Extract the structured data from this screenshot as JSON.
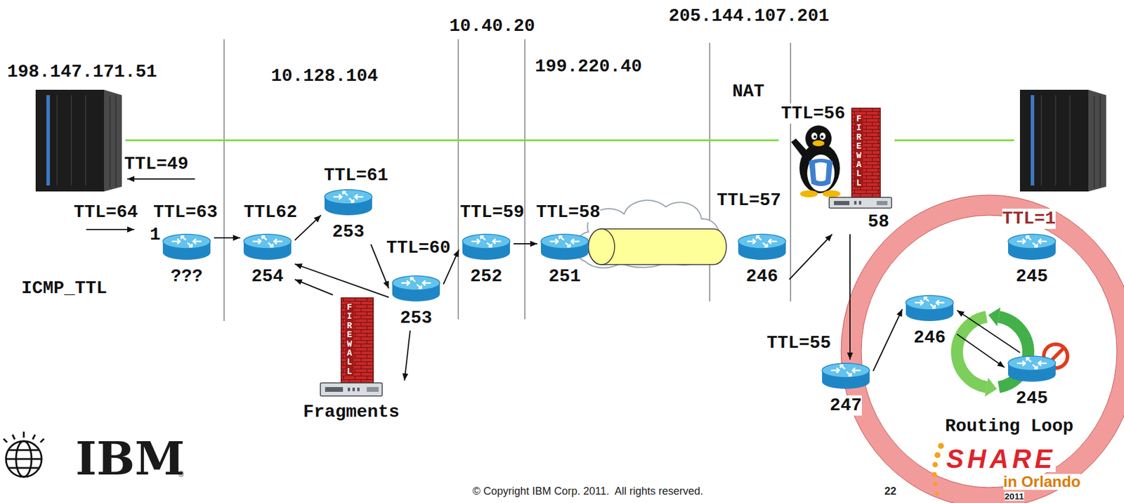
{
  "diagram": {
    "nodes": [
      {
        "text": [
          "???"
        ]
      },
      {
        "text": [
          "254"
        ]
      },
      {
        "text": [
          "253"
        ]
      },
      {
        "text": [
          "253"
        ]
      },
      {
        "text": [
          "252"
        ]
      },
      {
        "text": [
          "251"
        ]
      },
      {
        "text": [
          "FIREWALL",
          "Fragments"
        ]
      },
      {
        "text": [
          "246"
        ]
      },
      {
        "text": [
          "FIREWALL",
          "58"
        ]
      },
      {
        "text": [
          "245"
        ]
      },
      {
        "text": [
          "247"
        ]
      },
      {
        "text": [
          "246"
        ]
      },
      {
        "text": [
          "245"
        ]
      }
    ],
    "edges": [
      {
        "from": 0,
        "to": 1,
        "arrow": "to"
      },
      {
        "from": 1,
        "to": 2,
        "arrow": "to"
      },
      {
        "from": 2,
        "to": 3,
        "arrow": "to"
      },
      {
        "from": 3,
        "to": 4,
        "arrow": "to"
      },
      {
        "from": 4,
        "to": 5,
        "arrow": "to"
      },
      {
        "from": 3,
        "to": 1,
        "arrow": "to"
      },
      {
        "from": 3,
        "to": 6,
        "arrow": "to"
      },
      {
        "from": 6,
        "to": 1,
        "arrow": "to"
      },
      {
        "from": 7,
        "to": 8,
        "arrow": "to"
      },
      {
        "from": 8,
        "to": 10,
        "arrow": "to"
      },
      {
        "from": 10,
        "to": 11,
        "arrow": "to"
      },
      {
        "from": 11,
        "to": 12,
        "arrow": "to"
      },
      {
        "from": 12,
        "to": 11,
        "arrow": "to"
      }
    ],
    "labels": [
      "198.147.171.51",
      "10.128.104",
      "10.40.20",
      "199.220.40",
      "205.144.107.201",
      "NAT",
      "TTL=56",
      "TTL=49",
      "TTL=61",
      "TTL=57",
      "TTL=64",
      "TTL=63",
      "TTL62",
      "TTL=59",
      "TTL=58",
      "TTL=1",
      "1",
      "TTL=60",
      "ICMP_TTL",
      "TTL=55",
      "Routing Loop",
      "IBM",
      "®",
      "SHARE",
      "in Orlando",
      "2011",
      "© Copyright IBM Corp. 2011.  All rights reserved.",
      "22"
    ]
  }
}
